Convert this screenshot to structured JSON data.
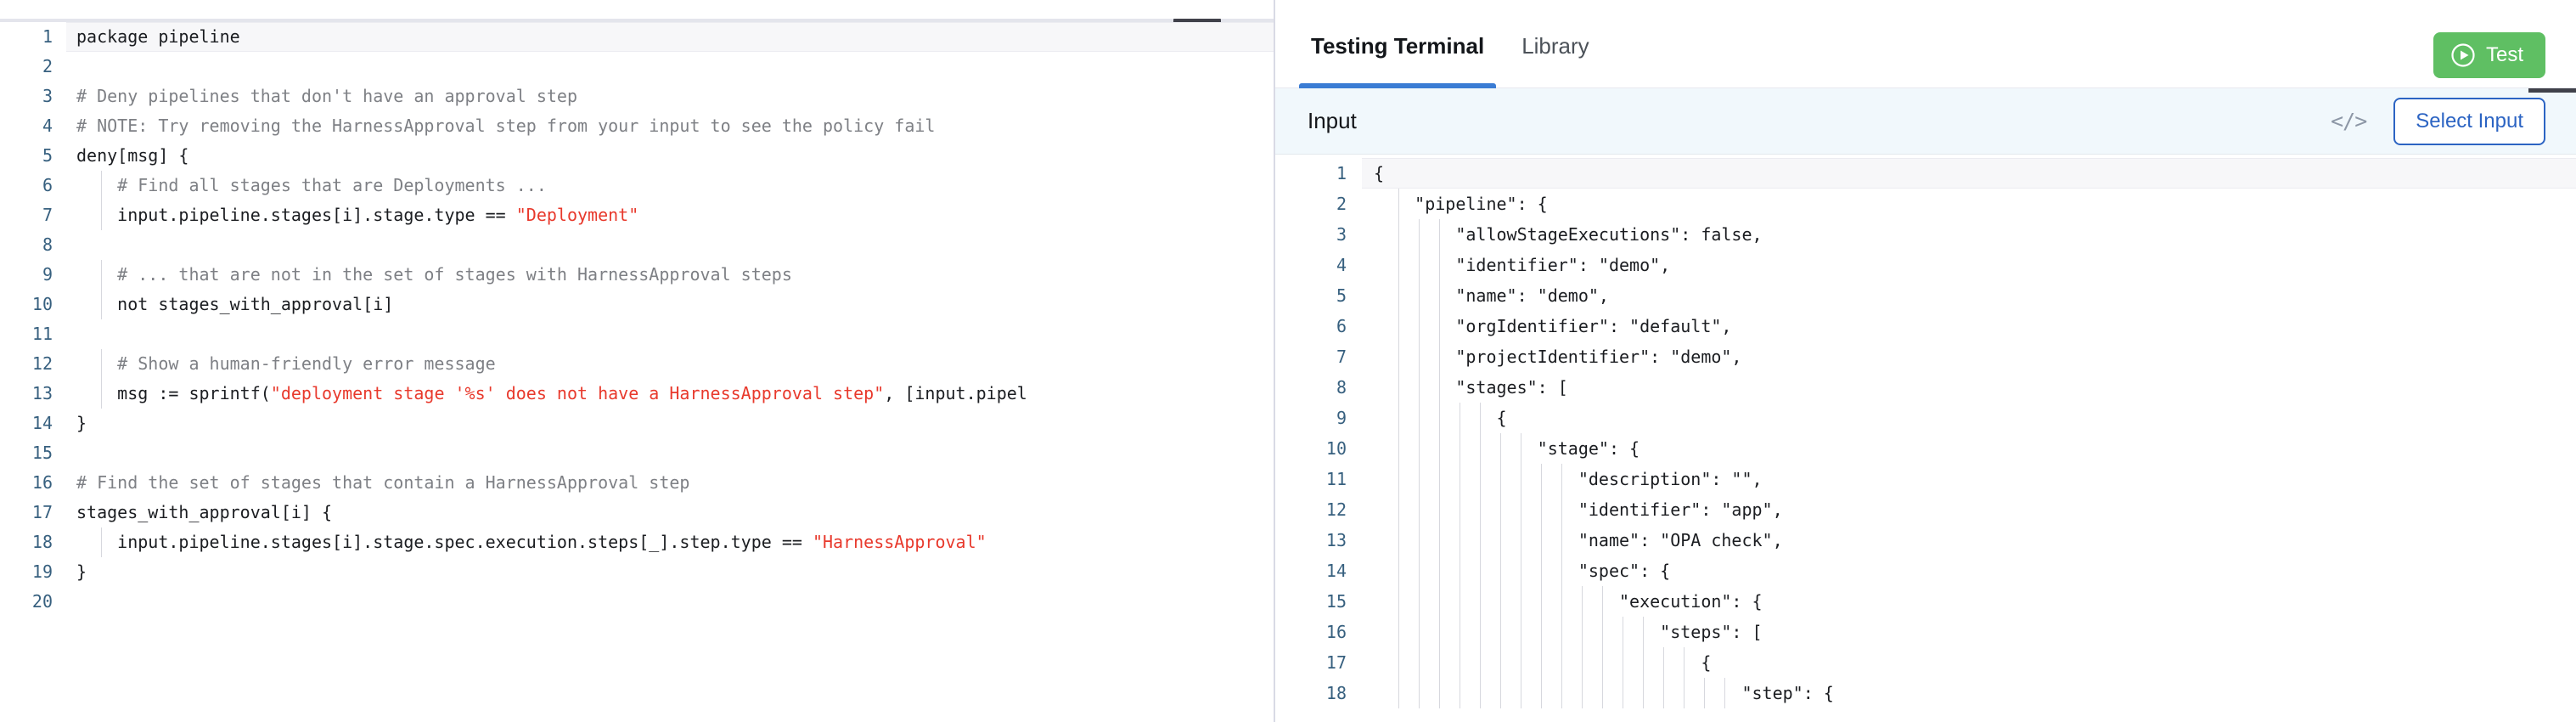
{
  "window": {
    "minimize_icon": "minimize-bar-icon"
  },
  "editor": {
    "name": "rego-policy-editor",
    "language": "rego",
    "total_lines": 20,
    "lines": [
      {
        "n": "1",
        "guides": 0,
        "segments": [
          {
            "t": "package pipeline",
            "c": "plain"
          }
        ]
      },
      {
        "n": "2",
        "guides": 0,
        "segments": []
      },
      {
        "n": "3",
        "guides": 0,
        "segments": [
          {
            "t": "# Deny pipelines that don't have an approval step",
            "c": "comment"
          }
        ]
      },
      {
        "n": "4",
        "guides": 0,
        "segments": [
          {
            "t": "# NOTE: Try removing the HarnessApproval step from your input to see the policy fail",
            "c": "comment"
          }
        ]
      },
      {
        "n": "5",
        "guides": 0,
        "segments": [
          {
            "t": "deny[msg] {",
            "c": "plain"
          }
        ]
      },
      {
        "n": "6",
        "guides": 1,
        "segments": [
          {
            "t": "    # Find all stages that are Deployments ...",
            "c": "comment"
          }
        ]
      },
      {
        "n": "7",
        "guides": 1,
        "segments": [
          {
            "t": "    input.pipeline.stages[i].stage.type == ",
            "c": "plain"
          },
          {
            "t": "\"Deployment\"",
            "c": "string"
          }
        ]
      },
      {
        "n": "8",
        "guides": 1,
        "segments": []
      },
      {
        "n": "9",
        "guides": 1,
        "segments": [
          {
            "t": "    # ... that are not in the set of stages with HarnessApproval steps",
            "c": "comment"
          }
        ]
      },
      {
        "n": "10",
        "guides": 1,
        "segments": [
          {
            "t": "    not stages_with_approval[i]",
            "c": "plain"
          }
        ]
      },
      {
        "n": "11",
        "guides": 1,
        "segments": []
      },
      {
        "n": "12",
        "guides": 1,
        "segments": [
          {
            "t": "    # Show a human-friendly error message",
            "c": "comment"
          }
        ]
      },
      {
        "n": "13",
        "guides": 1,
        "segments": [
          {
            "t": "    msg := sprintf(",
            "c": "plain"
          },
          {
            "t": "\"deployment stage '%s' does not have a HarnessApproval step\"",
            "c": "string"
          },
          {
            "t": ", [input.pipel",
            "c": "plain"
          }
        ]
      },
      {
        "n": "14",
        "guides": 0,
        "segments": [
          {
            "t": "}",
            "c": "plain"
          }
        ]
      },
      {
        "n": "15",
        "guides": 0,
        "segments": []
      },
      {
        "n": "16",
        "guides": 0,
        "segments": [
          {
            "t": "# Find the set of stages that contain a HarnessApproval step",
            "c": "comment"
          }
        ]
      },
      {
        "n": "17",
        "guides": 0,
        "segments": [
          {
            "t": "stages_with_approval[i] {",
            "c": "plain"
          }
        ]
      },
      {
        "n": "18",
        "guides": 1,
        "segments": [
          {
            "t": "    input.pipeline.stages[i].stage.spec.execution.steps[_].step.type == ",
            "c": "plain"
          },
          {
            "t": "\"HarnessApproval\"",
            "c": "string"
          }
        ]
      },
      {
        "n": "19",
        "guides": 0,
        "segments": [
          {
            "t": "}",
            "c": "plain"
          }
        ]
      },
      {
        "n": "20",
        "guides": 0,
        "segments": []
      }
    ]
  },
  "right_panel": {
    "tabs": [
      {
        "label": "Testing Terminal",
        "active": true
      },
      {
        "label": "Library",
        "active": false
      }
    ],
    "test_button": {
      "label": "Test",
      "icon": "play-circle-icon",
      "color": "#5fbf63"
    },
    "input_section": {
      "title": "Input",
      "code_toggle_icon": "</>",
      "select_input_label": "Select Input",
      "accent_color": "#2c64c3",
      "background": "#f1f8fc"
    },
    "input_json": {
      "language": "json",
      "visible_lines": 18,
      "lines": [
        {
          "n": "1",
          "guides": 0,
          "text": "{"
        },
        {
          "n": "2",
          "guides": 1,
          "text": "    \"pipeline\": {"
        },
        {
          "n": "3",
          "guides": 3,
          "text": "        \"allowStageExecutions\": false,"
        },
        {
          "n": "4",
          "guides": 3,
          "text": "        \"identifier\": \"demo\","
        },
        {
          "n": "5",
          "guides": 3,
          "text": "        \"name\": \"demo\","
        },
        {
          "n": "6",
          "guides": 3,
          "text": "        \"orgIdentifier\": \"default\","
        },
        {
          "n": "7",
          "guides": 3,
          "text": "        \"projectIdentifier\": \"demo\","
        },
        {
          "n": "8",
          "guides": 3,
          "text": "        \"stages\": ["
        },
        {
          "n": "9",
          "guides": 5,
          "text": "            {"
        },
        {
          "n": "10",
          "guides": 7,
          "text": "                \"stage\": {"
        },
        {
          "n": "11",
          "guides": 9,
          "text": "                    \"description\": \"\","
        },
        {
          "n": "12",
          "guides": 9,
          "text": "                    \"identifier\": \"app\","
        },
        {
          "n": "13",
          "guides": 9,
          "text": "                    \"name\": \"OPA check\","
        },
        {
          "n": "14",
          "guides": 9,
          "text": "                    \"spec\": {"
        },
        {
          "n": "15",
          "guides": 11,
          "text": "                        \"execution\": {"
        },
        {
          "n": "16",
          "guides": 13,
          "text": "                            \"steps\": ["
        },
        {
          "n": "17",
          "guides": 15,
          "text": "                                {"
        },
        {
          "n": "18",
          "guides": 17,
          "text": "                                    \"step\": {"
        }
      ]
    }
  }
}
